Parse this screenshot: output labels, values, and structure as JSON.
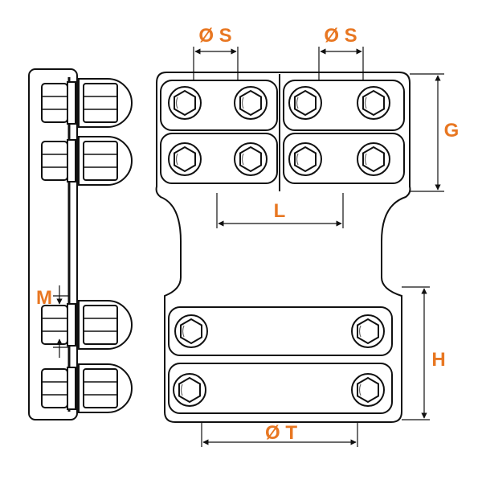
{
  "labels": {
    "slot_width_left": "Ø S",
    "slot_width_right": "Ø S",
    "length": "L",
    "upper_height": "G",
    "bolt_size": "M",
    "lower_height": "H",
    "diameter": "Ø T"
  },
  "colors": {
    "label": "#e87722",
    "line": "#111111",
    "plate_fill": "#ffffff",
    "nut_fill": "#ffffff"
  },
  "icons": {
    "bolt_head": "hex-nut-icon",
    "side_nut": "round-nut-icon"
  }
}
